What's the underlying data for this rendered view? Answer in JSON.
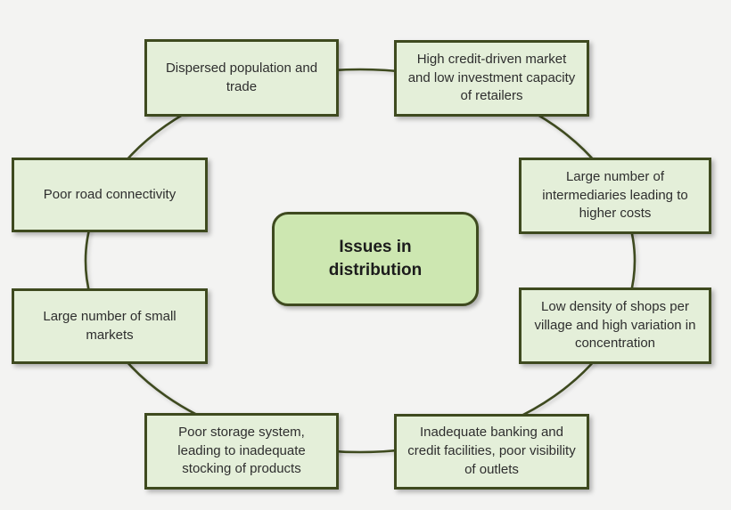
{
  "diagram": {
    "type": "cycle",
    "center_node": {
      "label": "Issues in distribution"
    },
    "nodes": [
      {
        "id": "dispersed-population-and-trade",
        "label": "Dispersed population and trade"
      },
      {
        "id": "high-credit-driven-market",
        "label": "High credit-driven market and low investment capacity of retailers"
      },
      {
        "id": "large-number-of-intermediaries",
        "label": "Large number of intermediaries leading to higher costs"
      },
      {
        "id": "low-density-of-shops",
        "label": "Low density of shops per village and high variation in concentration"
      },
      {
        "id": "inadequate-banking-and-credit",
        "label": "Inadequate banking and credit facilities, poor visibility of outlets"
      },
      {
        "id": "poor-storage-system",
        "label": "Poor storage system, leading to inadequate stocking of products"
      },
      {
        "id": "large-number-of-small-markets",
        "label": "Large number of small markets"
      },
      {
        "id": "poor-road-connectivity",
        "label": "Poor road connectivity"
      }
    ],
    "colors": {
      "background": "#f3f3f2",
      "node_fill": "#e4efd9",
      "center_fill": "#cde7b1",
      "border": "#3e4a1f",
      "node_text": "#2e2e2e",
      "center_text": "#1c1c1c"
    }
  }
}
